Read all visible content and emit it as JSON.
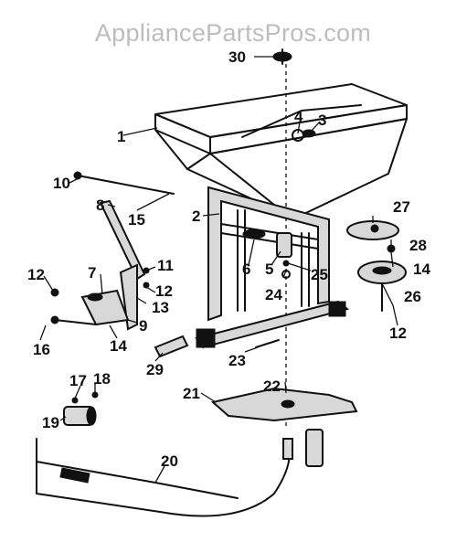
{
  "watermark": "AppliancePartsPros.com",
  "part_numbers": {
    "p1": "1",
    "p2": "2",
    "p3": "3",
    "p4": "4",
    "p5": "5",
    "p6": "6",
    "p7": "7",
    "p8": "8",
    "p9": "9",
    "p10": "10",
    "p11": "11",
    "p12a": "12",
    "p12b": "12",
    "p12c": "12",
    "p13": "13",
    "p14a": "14",
    "p14b": "14",
    "p15": "15",
    "p16": "16",
    "p17": "17",
    "p18": "18",
    "p19": "19",
    "p20": "20",
    "p21": "21",
    "p22": "22",
    "p23": "23",
    "p24": "24",
    "p25": "25",
    "p26": "26",
    "p27": "27",
    "p28": "28",
    "p29": "29",
    "p30": "30"
  }
}
